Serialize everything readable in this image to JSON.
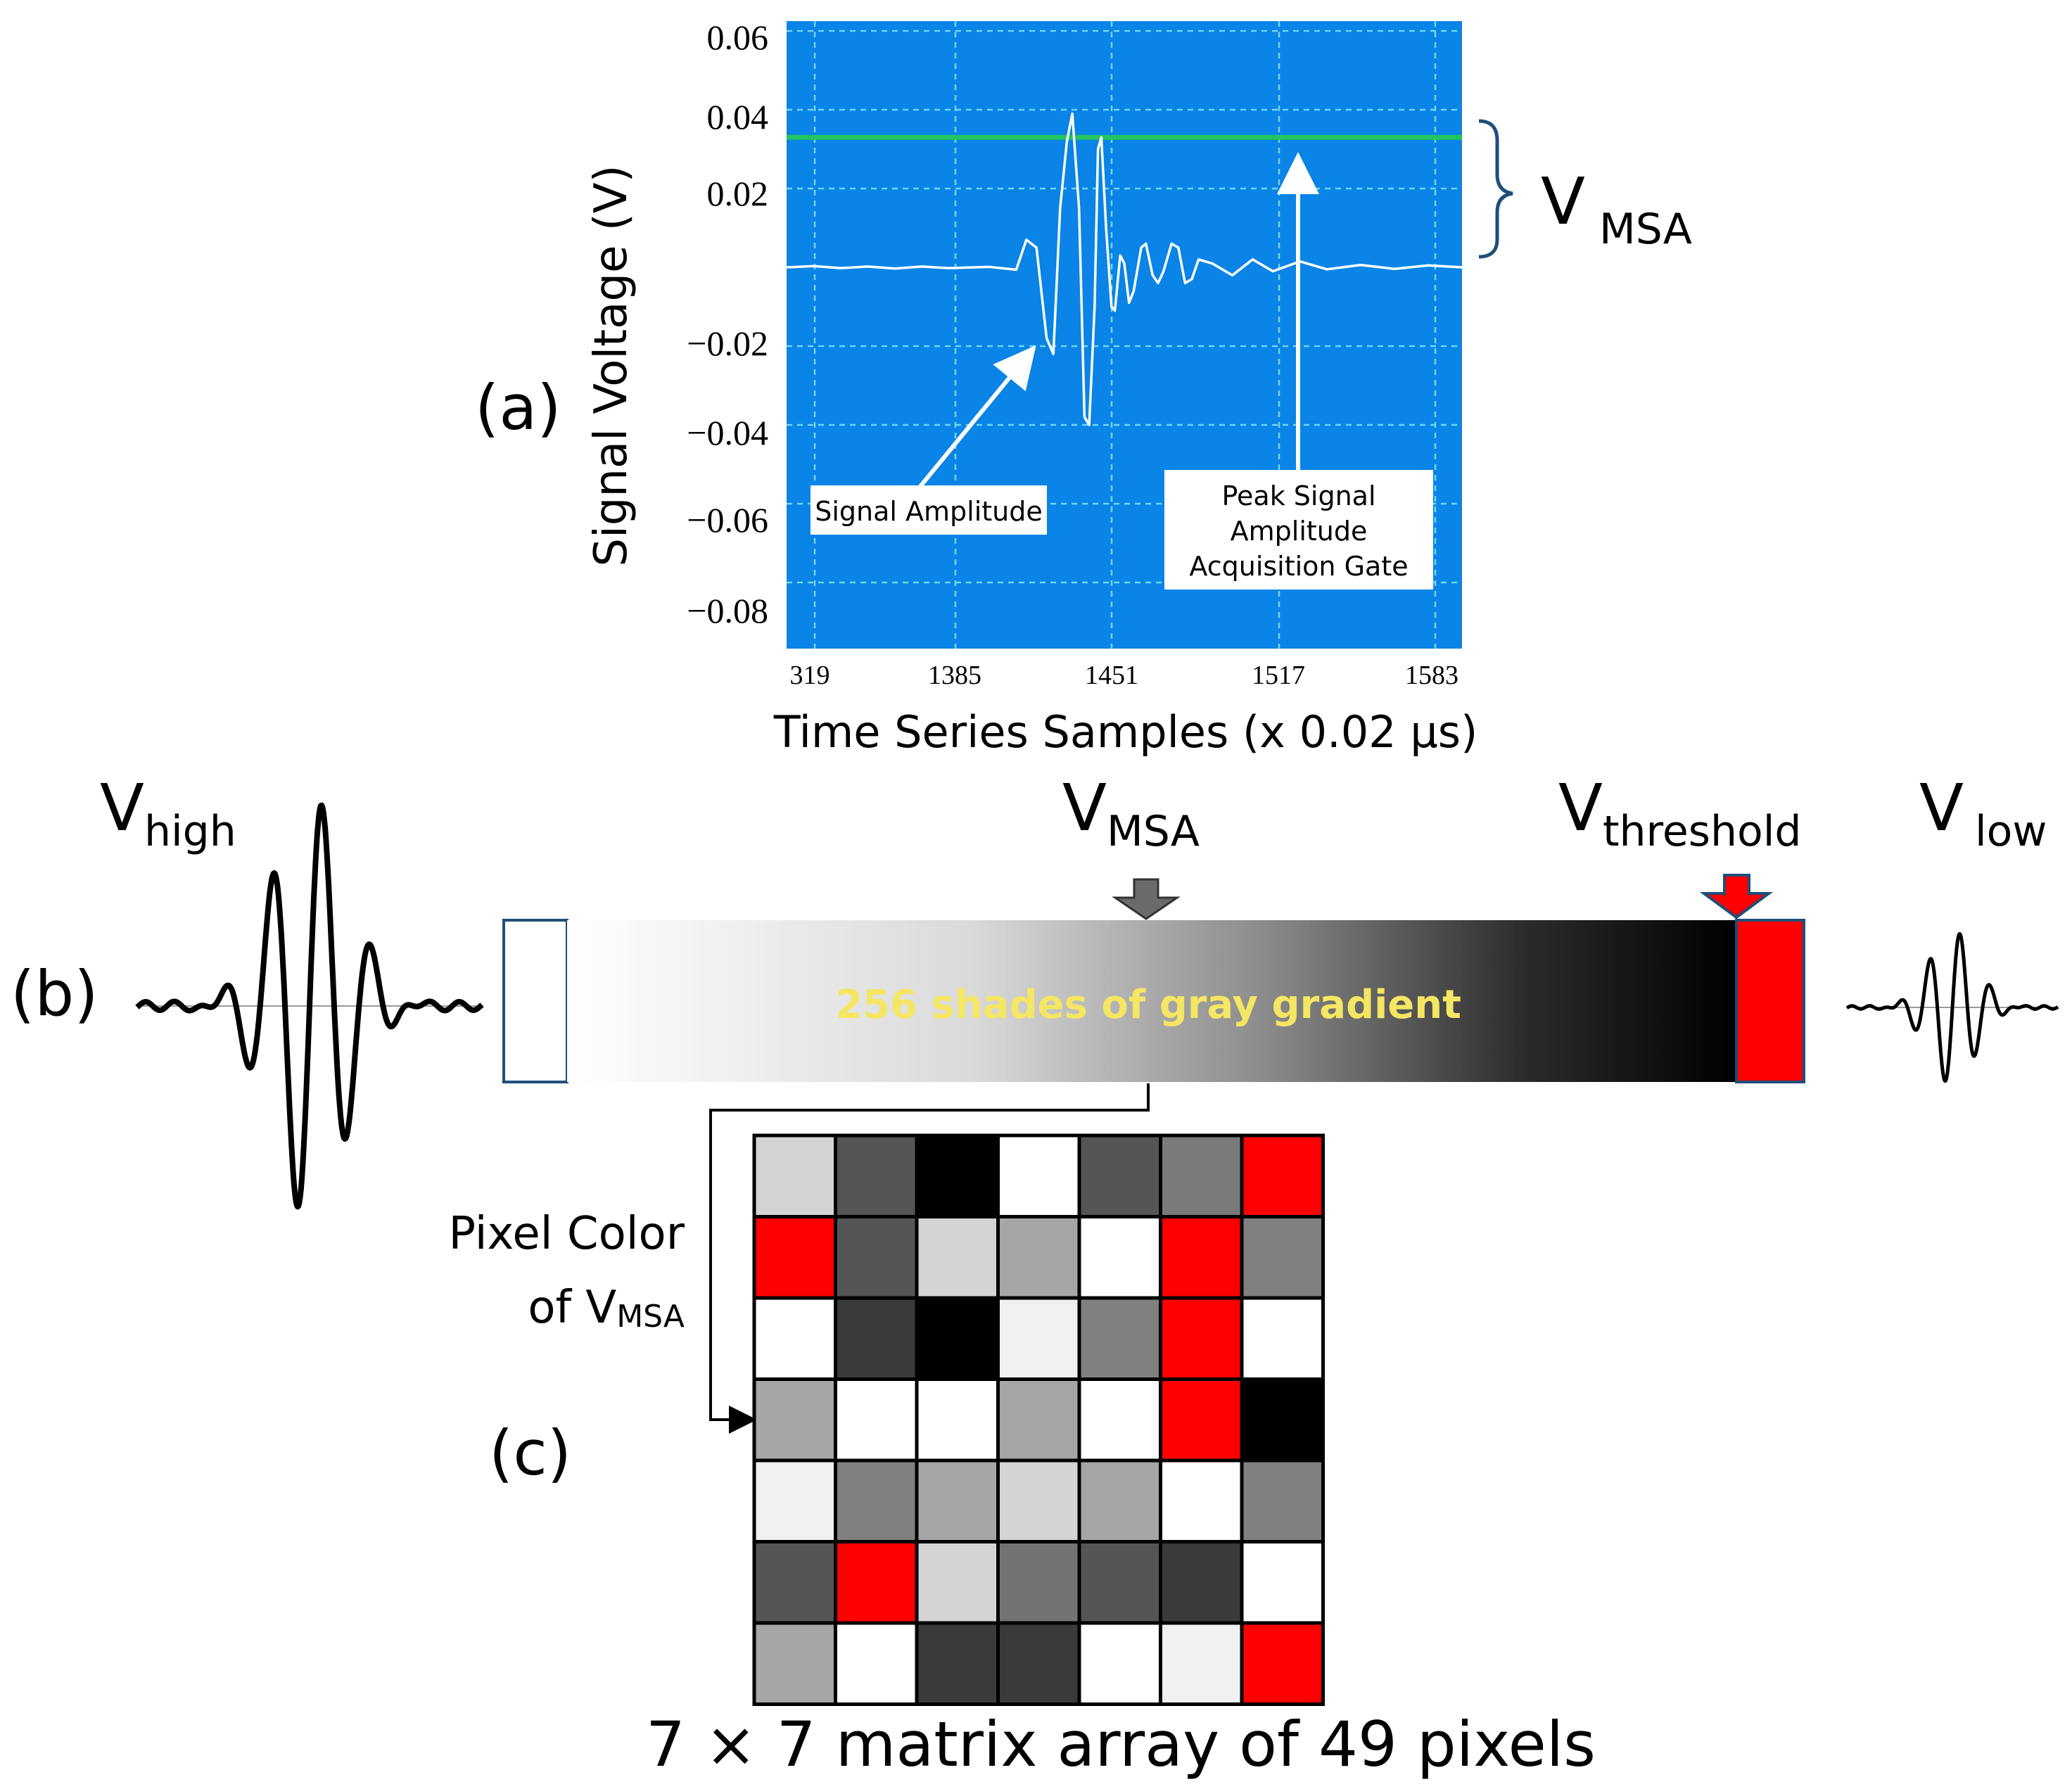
{
  "panel_a": {
    "label": "(a)",
    "y_ticks": [
      "0.06",
      "0.04",
      "0.02",
      "−0.02",
      "−0.04",
      "−0.06",
      "−0.08"
    ],
    "x_ticks": [
      "319",
      "1385",
      "1451",
      "1517",
      "1583"
    ],
    "y_label": "Signal Voltage (V)",
    "x_label": "Time Series Samples (x 0.02 μs)",
    "callout_signal_amplitude": "Signal Amplitude",
    "callout_gate_lines": [
      "Peak Signal",
      "Amplitude",
      "Acquisition Gate"
    ],
    "vmsa_main": "V",
    "vmsa_sub": "MSA",
    "colors": {
      "plot_bg": "#0a84e6",
      "grid": "#6fd8f0",
      "gate": "#22c55e",
      "signal": "#ffffff"
    }
  },
  "chart_data": {
    "type": "line",
    "xlabel": "Time Series Samples (x 0.02 μs)",
    "ylabel": "Signal Voltage (V)",
    "ylim": [
      -0.095,
      0.063
    ],
    "x_ticks": [
      "319",
      "1385",
      "1451",
      "1517",
      "1583"
    ],
    "y_ticks": [
      0.06,
      0.04,
      0.02,
      -0.02,
      -0.04,
      -0.06,
      -0.08
    ],
    "grid": true,
    "gate_level": 0.033,
    "series": [
      {
        "points": [
          [
            0,
            0.0
          ],
          [
            0.04,
            0.0003
          ],
          [
            0.08,
            -0.0002
          ],
          [
            0.12,
            0.0002
          ],
          [
            0.16,
            -0.0003
          ],
          [
            0.2,
            0.0002
          ],
          [
            0.24,
            -0.0002
          ],
          [
            0.3,
            0.0001
          ],
          [
            0.34,
            -0.0006
          ],
          [
            0.355,
            0.007
          ],
          [
            0.37,
            0.005
          ],
          [
            0.385,
            -0.018
          ],
          [
            0.395,
            -0.022
          ],
          [
            0.405,
            0.015
          ],
          [
            0.415,
            0.032
          ],
          [
            0.423,
            0.039
          ],
          [
            0.433,
            0.015
          ],
          [
            0.441,
            -0.038
          ],
          [
            0.448,
            -0.04
          ],
          [
            0.456,
            -0.01
          ],
          [
            0.461,
            0.03
          ],
          [
            0.466,
            0.033
          ],
          [
            0.473,
            0.01
          ],
          [
            0.481,
            -0.01
          ],
          [
            0.486,
            -0.011
          ],
          [
            0.494,
            0.003
          ],
          [
            0.5,
            0.001
          ],
          [
            0.507,
            -0.009
          ],
          [
            0.514,
            -0.006
          ],
          [
            0.525,
            0.005
          ],
          [
            0.532,
            0.006
          ],
          [
            0.542,
            -0.002
          ],
          [
            0.55,
            -0.004
          ],
          [
            0.558,
            -0.001
          ],
          [
            0.57,
            0.006
          ],
          [
            0.58,
            0.005
          ],
          [
            0.59,
            -0.004
          ],
          [
            0.6,
            -0.003
          ],
          [
            0.61,
            0.002
          ],
          [
            0.63,
            0.001
          ],
          [
            0.66,
            -0.002
          ],
          [
            0.69,
            0.002
          ],
          [
            0.72,
            -0.001
          ],
          [
            0.76,
            0.0015
          ],
          [
            0.8,
            -0.0005
          ],
          [
            0.85,
            0.0006
          ],
          [
            0.9,
            -0.0004
          ],
          [
            0.95,
            0.0005
          ],
          [
            1.0,
            0.0
          ]
        ]
      }
    ]
  },
  "panel_b": {
    "label": "(b)",
    "v_high_main": "V",
    "v_high_sub": "high",
    "v_msa_main": "V",
    "v_msa_sub": "MSA",
    "v_threshold_main": "V",
    "v_threshold_sub": "threshold",
    "v_low_main": "V",
    "v_low_sub": "low",
    "gradient_caption": "256 shades of gray gradient",
    "colors": {
      "caption": "#f5e663",
      "threshold_red": "#ff0000",
      "msa_arrow": "#6b6b6b"
    }
  },
  "panel_c": {
    "label": "(c)",
    "pixel_label_line1": "Pixel Color",
    "pixel_label_line2_main": "of V",
    "pixel_label_line2_sub": "MSA",
    "matrix_caption": "7 × 7 matrix array of 49 pixels",
    "matrix": [
      [
        "#d4d4d4",
        "#555555",
        "#000000",
        "#ffffff",
        "#555555",
        "#7a7a7a",
        "#ff0000"
      ],
      [
        "#ff0000",
        "#555555",
        "#d4d4d4",
        "#a6a6a6",
        "#ffffff",
        "#ff0000",
        "#808080"
      ],
      [
        "#ffffff",
        "#3a3a3a",
        "#000000",
        "#f0f0f0",
        "#808080",
        "#ff0000",
        "#ffffff"
      ],
      [
        "#a6a6a6",
        "#ffffff",
        "#ffffff",
        "#a6a6a6",
        "#ffffff",
        "#ff0000",
        "#000000"
      ],
      [
        "#f0f0f0",
        "#808080",
        "#a6a6a6",
        "#d4d4d4",
        "#a6a6a6",
        "#ffffff",
        "#808080"
      ],
      [
        "#555555",
        "#ff0000",
        "#d4d4d4",
        "#737373",
        "#555555",
        "#3a3a3a",
        "#ffffff"
      ],
      [
        "#a6a6a6",
        "#ffffff",
        "#3a3a3a",
        "#3a3a3a",
        "#ffffff",
        "#f0f0f0",
        "#ff0000"
      ]
    ]
  }
}
